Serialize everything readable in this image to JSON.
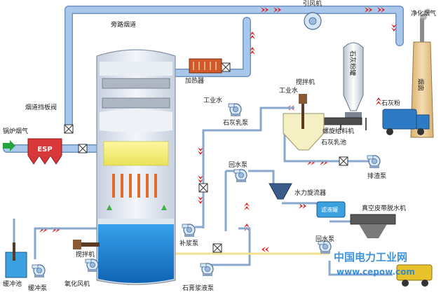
{
  "labels": {
    "boiler_flue_gas": "锅炉烟气",
    "flue_damper": "烟道挡板阀",
    "esp": "ESP",
    "bypass_flue": "旁路烟道",
    "induced_fan": "引风机",
    "clean_flue_gas": "净化烟气",
    "chimney": "烟囱",
    "heater": "加热器",
    "industrial_water_1": "工业水",
    "industrial_water_2": "工业水",
    "agitator_top": "搅拌机",
    "lime_silo": "石灰粉罐",
    "lime_powder": "石灰粉",
    "screw_feeder": "螺旋给料机",
    "lime_slurry_pump": "石灰乳泵",
    "lime_slurry_tank": "石灰乳池",
    "drain_pump": "排渣泵",
    "return_pump_top": "回水泵",
    "hydrocyclone": "水力旋流器",
    "thickener": "滤液罐",
    "vacuum_filter": "真空皮带脱水机",
    "makeup_pump": "补浆泵",
    "return_pump_bottom": "回水泵",
    "agitator_bottom": "搅拌机",
    "buffer_tank": "缓冲池",
    "buffer_pump": "缓冲泵",
    "oxidation_blower": "氧化风机",
    "gypsum_pump": "石膏浆液泵"
  },
  "watermark": {
    "title": "中国电力工业网",
    "url": "www.cepow.com"
  },
  "colors": {
    "pipe": "#a9c8ec",
    "arrow": "#e02020",
    "tower": "#dfe6f2",
    "slurry": "#1e88d8",
    "spray": "#f4f07a",
    "chimney": "#e8c88a",
    "esp": "#d9383a",
    "heater": "#d25a2a"
  }
}
